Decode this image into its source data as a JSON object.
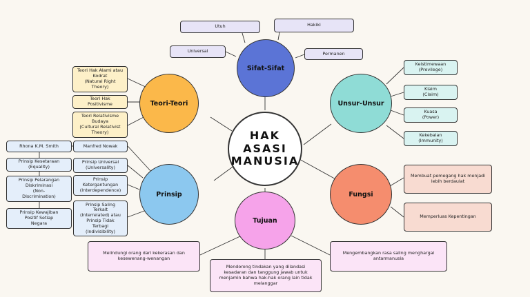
{
  "center": {
    "lines": [
      "HAK",
      "ASASI",
      "MANUSIA"
    ]
  },
  "nodes": {
    "sifat": "Sifat-Sifat",
    "teori": "Teori-Teori",
    "unsur": "Unsur-Unsur",
    "prinsip": "Prinsip",
    "fungsi": "Fungsi",
    "tujuan": "Tujuan"
  },
  "sifat_items": {
    "utuh": "Utuh",
    "hakiki": "Hakiki",
    "universal": "Universal",
    "permanen": "Permanen"
  },
  "teori_items": {
    "hak_alami": "Teori Hak Alami atau\nKodrat\n(Natural Right\nTheory)",
    "hak_positivisme": "Teori Hak\nPositivisme",
    "relativisme": "Teori Relativisme\nBudaya\n(Cultural Relativist\nTheory)"
  },
  "unsur_items": {
    "keistimewaan": "Keistimewaan\n(Previlege)",
    "klaim": "Klaim\n(Claim)",
    "kuasa": "Kuasa\n(Power)",
    "kekebalan": "Kekebalan\n(Immunity)"
  },
  "prinsip_items": {
    "rhona": "Rhona K.M. Smith",
    "manfred": "Manfred Nowak",
    "kesetaraan": "Prinsip Kesetaraan\n(Equality)",
    "pelarangan": "Prinsip Pelarangan\nDiskriminasi\n(Non-\nDiscrimination)",
    "kewajiban": "Prinsip Kewajiban\nPositif Setiap\nNegara",
    "universal": "Prinsip Universal\n(Universality)",
    "ketergantungan": "Prinsip\nKetergantungan\n(Interdependence)",
    "saling_terkait": "Prinsip Saling\nTerkait\n(Interrelated) atau\nPrinsip Tidak\nTerbagi\n(Indivisibility)"
  },
  "fungsi_items": {
    "berdaulat": "Membuat pemegang hak menjadi\nlebih berdaulat",
    "kepentingan": "Memperluas Kepentingan"
  },
  "tujuan_items": {
    "melindungi": "Melindungi orang dari kekerasan dan\nkesewenang-wenangan",
    "mendorong": "Mendorong tindakan yang dilandasi\nkesadaran dan tanggung jawab untuk\nmenjamin bahwa hak-hak orang lain tidak\nmelanggar",
    "mengembangkan": "Mengembangkan rasa saling menghargai\nantarmanusia"
  },
  "colors": {
    "background": "#faf7f1",
    "sifat": "#5b74d6",
    "teori": "#fbb84a",
    "unsur": "#8fdcd6",
    "prinsip": "#8cc8ef",
    "fungsi": "#f58d6e",
    "tujuan": "#f6a3ea"
  }
}
